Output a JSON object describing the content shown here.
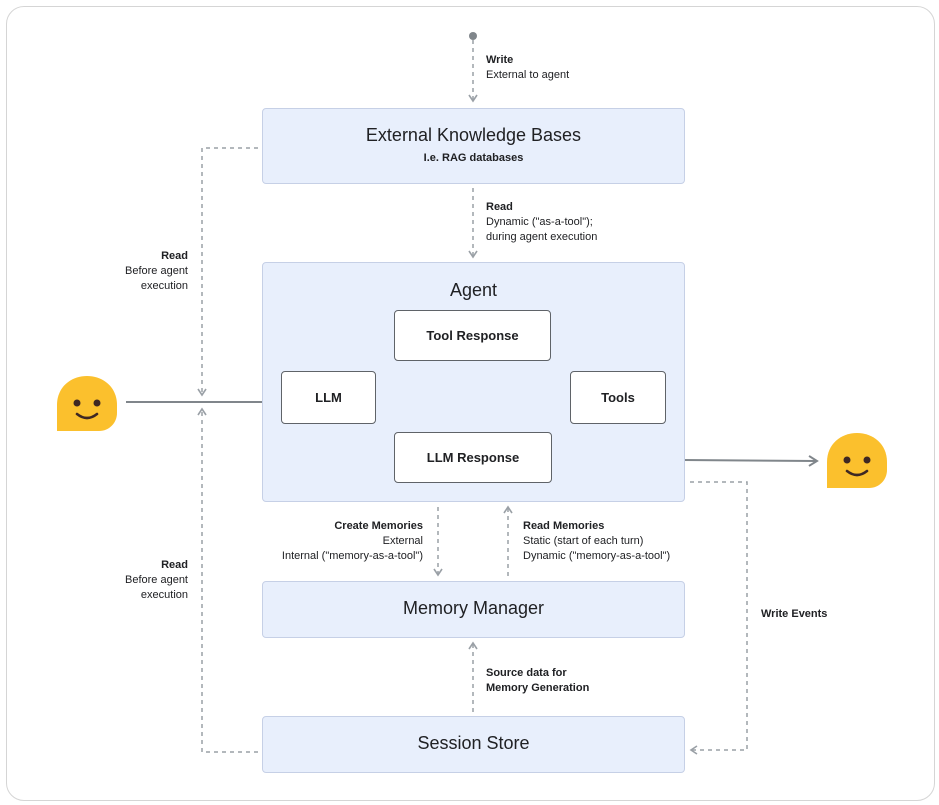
{
  "boxes": {
    "external_kb": {
      "title": "External Knowledge Bases",
      "subtitle": "I.e. RAG databases"
    },
    "agent": {
      "title": "Agent"
    },
    "memory_manager": {
      "title": "Memory Manager"
    },
    "session_store": {
      "title": "Session Store"
    }
  },
  "agent_nodes": {
    "tool_response": "Tool Response",
    "llm": "LLM",
    "tools": "Tools",
    "llm_response": "LLM Response"
  },
  "labels": {
    "write": {
      "title": "Write",
      "line1": "External to agent"
    },
    "read_kb": {
      "title": "Read",
      "line1": "Dynamic (\"as-a-tool\");",
      "line2": "during agent execution"
    },
    "read_before_top": {
      "title": "Read",
      "line1": "Before agent",
      "line2": "execution"
    },
    "read_before_bottom": {
      "title": "Read",
      "line1": "Before agent",
      "line2": "execution"
    },
    "create_memories": {
      "title": "Create Memories",
      "line1": "External",
      "line2": "Internal (\"memory-as-a-tool\")"
    },
    "read_memories": {
      "title": "Read Memories",
      "line1": "Static (start of each turn)",
      "line2": "Dynamic (\"memory-as-a-tool\")"
    },
    "write_events": {
      "title": "Write Events"
    },
    "source_data": {
      "title": "Source data for",
      "line1": "Memory Generation"
    }
  },
  "icons": {
    "user_in": "smiling-face-icon",
    "user_out": "smiling-face-icon"
  },
  "colors": {
    "box_fill": "#e8effc",
    "line": "#9aa0a6",
    "arrow_solid": "#80868b",
    "emoji_face": "#fbc02d"
  }
}
